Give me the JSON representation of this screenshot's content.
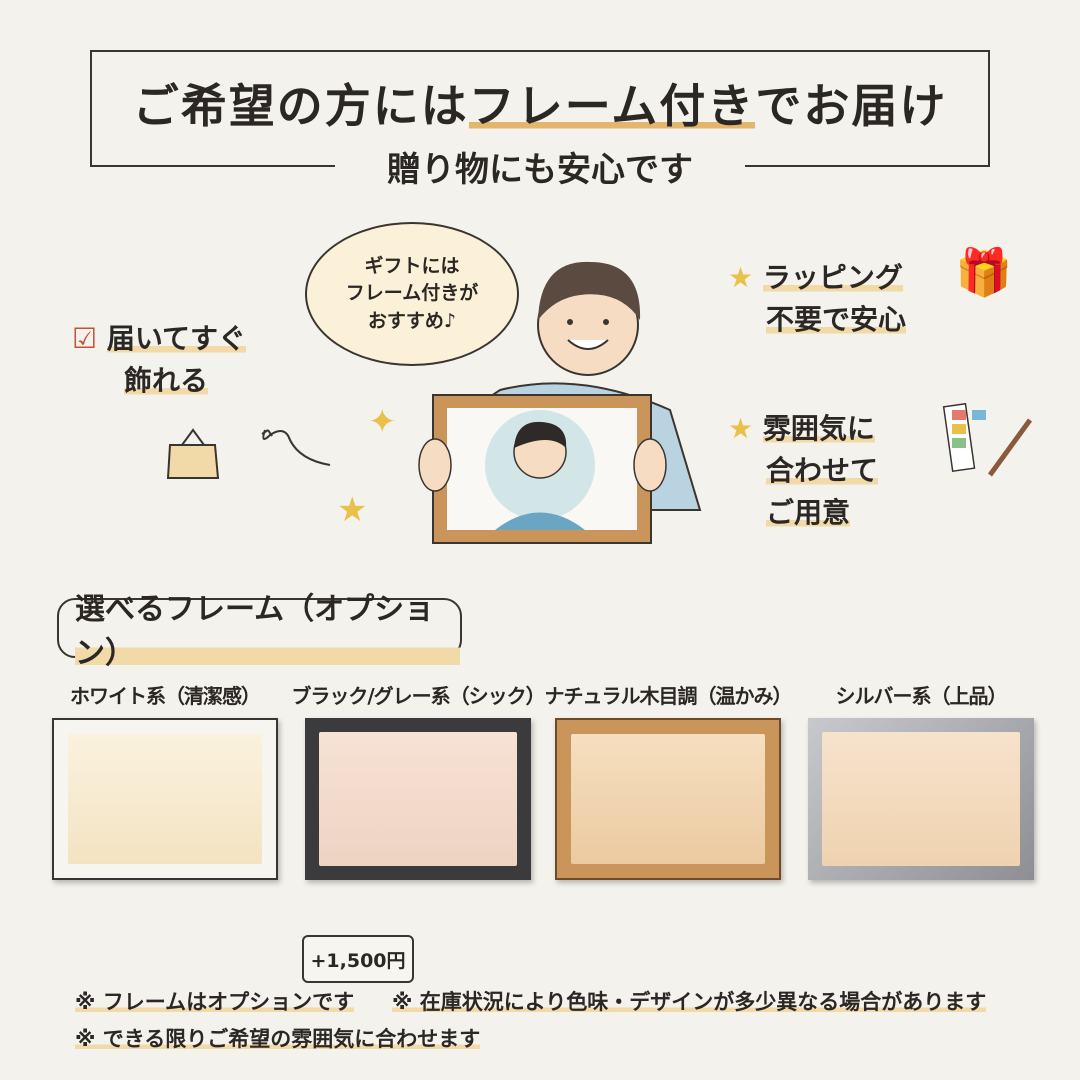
{
  "header": {
    "title_prefix": "ご希望の方には",
    "title_accent": "フレーム付き",
    "title_suffix": "でお届け",
    "subtitle": "贈り物にも安心です"
  },
  "speech_bubble": {
    "lines": [
      "ギフトには",
      "フレーム付きが",
      "おすすめ♪"
    ]
  },
  "features": {
    "left": {
      "lines": [
        "届いてすぐ",
        "飾れる"
      ],
      "icon": "checkbox-icon"
    },
    "right_top": {
      "lines": [
        "ラッピング",
        "不要で安心"
      ],
      "icon": "star-icon"
    },
    "right_bottom": {
      "lines": [
        "雰囲気に",
        "合わせて",
        "ご用意"
      ],
      "icon": "star-icon"
    }
  },
  "frames_section": {
    "heading": "選べるフレーム（オプション）",
    "frames": [
      {
        "label": "ホワイト系（清潔感）",
        "color": "#f7f5f0"
      },
      {
        "label": "ブラック/グレー系（シック）",
        "color": "#3b3b3d"
      },
      {
        "label": "ナチュラル木目調（温かみ）",
        "color": "#c9955a"
      },
      {
        "label": "シルバー系（上品）",
        "color": "#a9aaad"
      }
    ]
  },
  "notes": {
    "price": "+1,500円",
    "note1": "※ フレームはオプションです",
    "note2": "※ 在庫状況により色味・デザインが多少異なる場合があります",
    "note3": "※ できる限りご希望の雰囲気に合わせます"
  },
  "colors": {
    "accent": "#e3b56d",
    "highlight": "#f1d9a8",
    "ink": "#2b2724",
    "background": "#f4f2ec"
  }
}
